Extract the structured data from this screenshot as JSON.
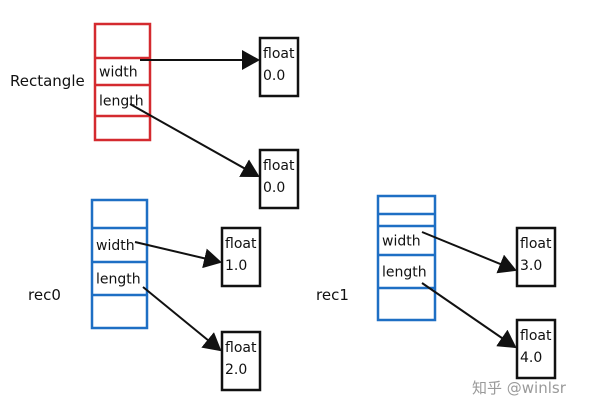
{
  "classes": [
    {
      "id": "rectangle",
      "label": "Rectangle",
      "color": "#d42a2f",
      "fields": [
        {
          "name": "width",
          "value_type": "float",
          "value": "0.0"
        },
        {
          "name": "length",
          "value_type": "float",
          "value": "0.0"
        }
      ]
    },
    {
      "id": "rec0",
      "label": "rec0",
      "color": "#1e6fc4",
      "fields": [
        {
          "name": "width",
          "value_type": "float",
          "value": "1.0"
        },
        {
          "name": "length",
          "value_type": "float",
          "value": "2.0"
        }
      ]
    },
    {
      "id": "rec1",
      "label": "rec1",
      "color": "#1e6fc4",
      "fields": [
        {
          "name": "width",
          "value_type": "float",
          "value": "3.0"
        },
        {
          "name": "length",
          "value_type": "float",
          "value": "4.0"
        }
      ]
    }
  ],
  "watermark": "知乎 @winlsr"
}
